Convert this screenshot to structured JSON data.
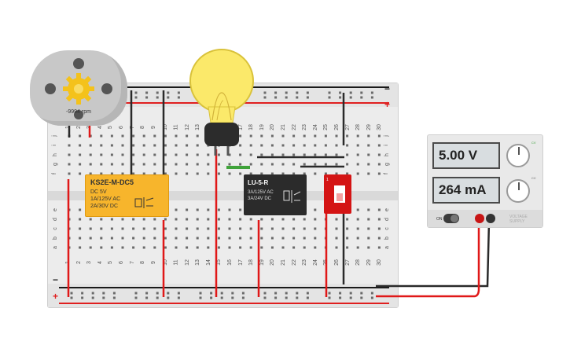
{
  "motor": {
    "rpm_label": "-9994 rpm"
  },
  "breadboard": {
    "columns": [
      "1",
      "2",
      "3",
      "4",
      "5",
      "6",
      "7",
      "8",
      "9",
      "10",
      "11",
      "12",
      "13",
      "14",
      "15",
      "16",
      "17",
      "18",
      "19",
      "20",
      "21",
      "22",
      "23",
      "24",
      "25",
      "26",
      "27",
      "28",
      "29",
      "30"
    ],
    "rows_top": [
      "j",
      "i",
      "h",
      "g",
      "f"
    ],
    "rows_bottom": [
      "e",
      "d",
      "c",
      "b",
      "a"
    ],
    "rail_minus": "−",
    "rail_plus": "+"
  },
  "relay1": {
    "name": "KS2E-M-DC5",
    "spec_lines": [
      "DC 5V",
      "1A/125V AC",
      "2A/30V DC"
    ]
  },
  "relay2": {
    "name": "LU-5-R",
    "spec_lines": [
      "3A/125V AC",
      "3A/24V DC"
    ]
  },
  "power_supply": {
    "voltage_display": "5.00 V",
    "current_display": "264 mA",
    "on_label": "ON",
    "cv_label": "CV",
    "cc_label": "CC",
    "brand": "VOLTAGE SUPPLY"
  },
  "colors": {
    "wire_red": "#e01818",
    "wire_black": "#2a2a2a",
    "rail_red": "#e02020",
    "rail_blue": "#1a1a1a",
    "bulb_glass": "#fbe96a",
    "gear": "#f4c21b"
  }
}
